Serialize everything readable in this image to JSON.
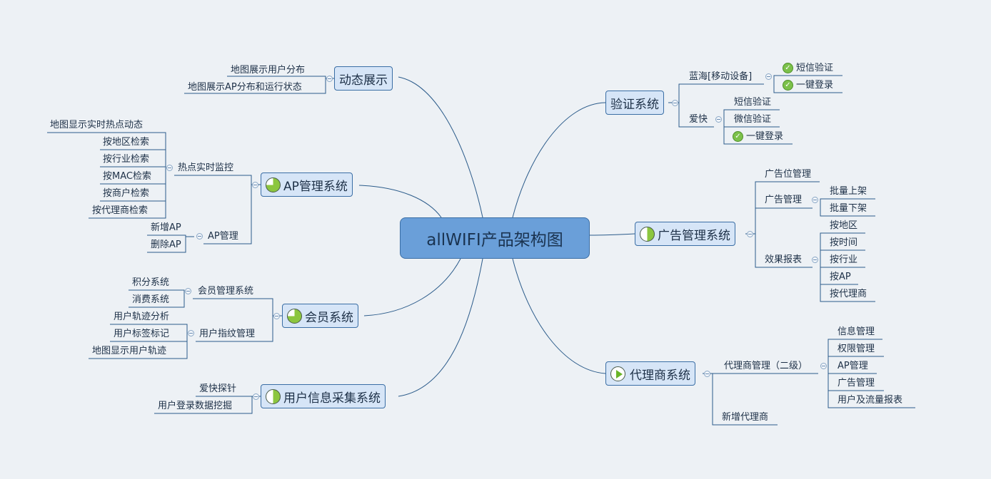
{
  "root": {
    "label": "allWIFI产品架构图"
  },
  "icons": {
    "pie_75": "progress-pie-icon",
    "pie_50": "progress-half-icon",
    "play": "play-icon",
    "check": "checkmark-icon"
  },
  "colors": {
    "root": "#6a9fd9",
    "topic": "#d6e5f7",
    "line": "#2b5b8a",
    "check": "#7cc14a"
  },
  "dynamic": {
    "label": "动态展示",
    "children": [
      "地图展示用户分布",
      "地图展示AP分布和运行状态"
    ]
  },
  "ap": {
    "label": "AP管理系统",
    "hotspot": {
      "label": "热点实时监控",
      "children": [
        "地图显示实时热点动态",
        "按地区检索",
        "按行业检索",
        "按MAC检索",
        "按商户检索",
        "按代理商检索"
      ]
    },
    "apmgmt": {
      "label": "AP管理",
      "children": [
        "新增AP",
        "删除AP"
      ]
    }
  },
  "member": {
    "label": "会员系统",
    "membership": {
      "label": "会员管理系统",
      "children": [
        "积分系统",
        "消费系统"
      ]
    },
    "fingerprint": {
      "label": "用户指纹管理",
      "children": [
        "用户轨迹分析",
        "用户标签标记",
        "地图显示用户轨迹"
      ]
    }
  },
  "collect": {
    "label": "用户信息采集系统",
    "children": [
      "爱快探针",
      "用户登录数据挖掘"
    ]
  },
  "verify": {
    "label": "验证系统",
    "lanhai": {
      "label": "蓝海[移动设备]",
      "children": [
        "短信验证",
        "一键登录"
      ]
    },
    "aikuai": {
      "label": "爱快",
      "children": [
        "短信验证",
        "微信验证",
        "一键登录"
      ]
    }
  },
  "ads": {
    "label": "广告管理系统",
    "position": "广告位管理",
    "admgmt": {
      "label": "广告管理",
      "children": [
        "批量上架",
        "批量下架"
      ]
    },
    "report": {
      "label": "效果报表",
      "children": [
        "按地区",
        "按时间",
        "按行业",
        "按AP",
        "按代理商"
      ]
    }
  },
  "agent": {
    "label": "代理商系统",
    "agentmgmt": {
      "label": "代理商管理（二级）",
      "children": [
        "信息管理",
        "权限管理",
        "AP管理",
        "广告管理",
        "用户及流量报表"
      ]
    },
    "newagent": "新增代理商"
  }
}
